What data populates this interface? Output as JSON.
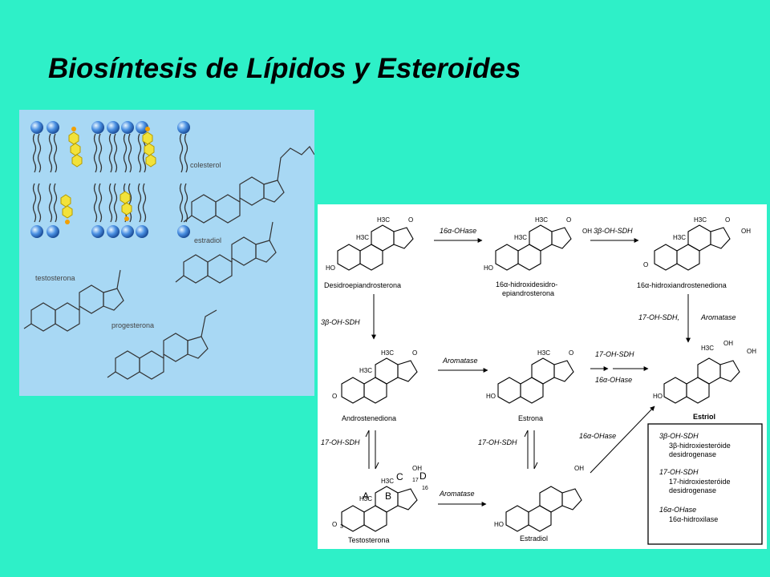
{
  "title": "Biosíntesis de Lípidos y Esteroides",
  "lipid_panel": {
    "labels": {
      "colesterol": "colesterol",
      "estradiol": "estradiol",
      "testosterona": "testosterona",
      "progesterona": "progesterona"
    }
  },
  "pathway": {
    "compounds": {
      "dhea": "Desidroepiandrosterona",
      "ohdhea": "16α-hidroxidesidro-\nepiandrosterona",
      "ohdhea_line1": "16α-hidroxidesidro-",
      "ohdhea_line2": "epiandrosterona",
      "ohandro": "16α-hidroxiandrostenediona",
      "androstenediona": "Androstenediona",
      "estrona": "Estrona",
      "estriol": "Estriol",
      "testosterona": "Testosterona",
      "estradiol": "Estradiol"
    },
    "enzymes": {
      "e1": "16α-OHase",
      "e2": "3β-OH-SDH",
      "e3": "3β-OH-SDH",
      "e4": "Aromatase",
      "e5": "17-OH-SDH",
      "e6": "16α-OHase",
      "e7": "17-OH-SDH,",
      "e8": "Aromatase",
      "e9": "17-OH-SDH",
      "e10": "17-OH-SDH",
      "e11": "Aromatase",
      "e12": "16α-OHase"
    },
    "legend": [
      {
        "abbr": "3β-OH-SDH",
        "line1": "3β-hidroxiesteróide",
        "line2": "desidrogenase"
      },
      {
        "abbr": "17-OH-SDH",
        "line1": "17-hidroxiesteróide",
        "line2": "desidrogenase"
      },
      {
        "abbr": "16α-OHase",
        "line1": "16α-hidroxilase",
        "line2": ""
      }
    ],
    "atoms": {
      "h3c": "H3C",
      "oh": "OH",
      "ho": "HO",
      "o": "O",
      "ring_a": "A",
      "ring_b": "B",
      "ring_c": "C",
      "ring_d": "D",
      "n17": "17",
      "n16": "16",
      "n3": "3"
    }
  },
  "colors": {
    "background": "#2ef0c8",
    "lipid_panel": "#a8d8f4",
    "phospholipid_head": "#4a90e2",
    "cholesterol_yellow": "#f2e23a"
  }
}
